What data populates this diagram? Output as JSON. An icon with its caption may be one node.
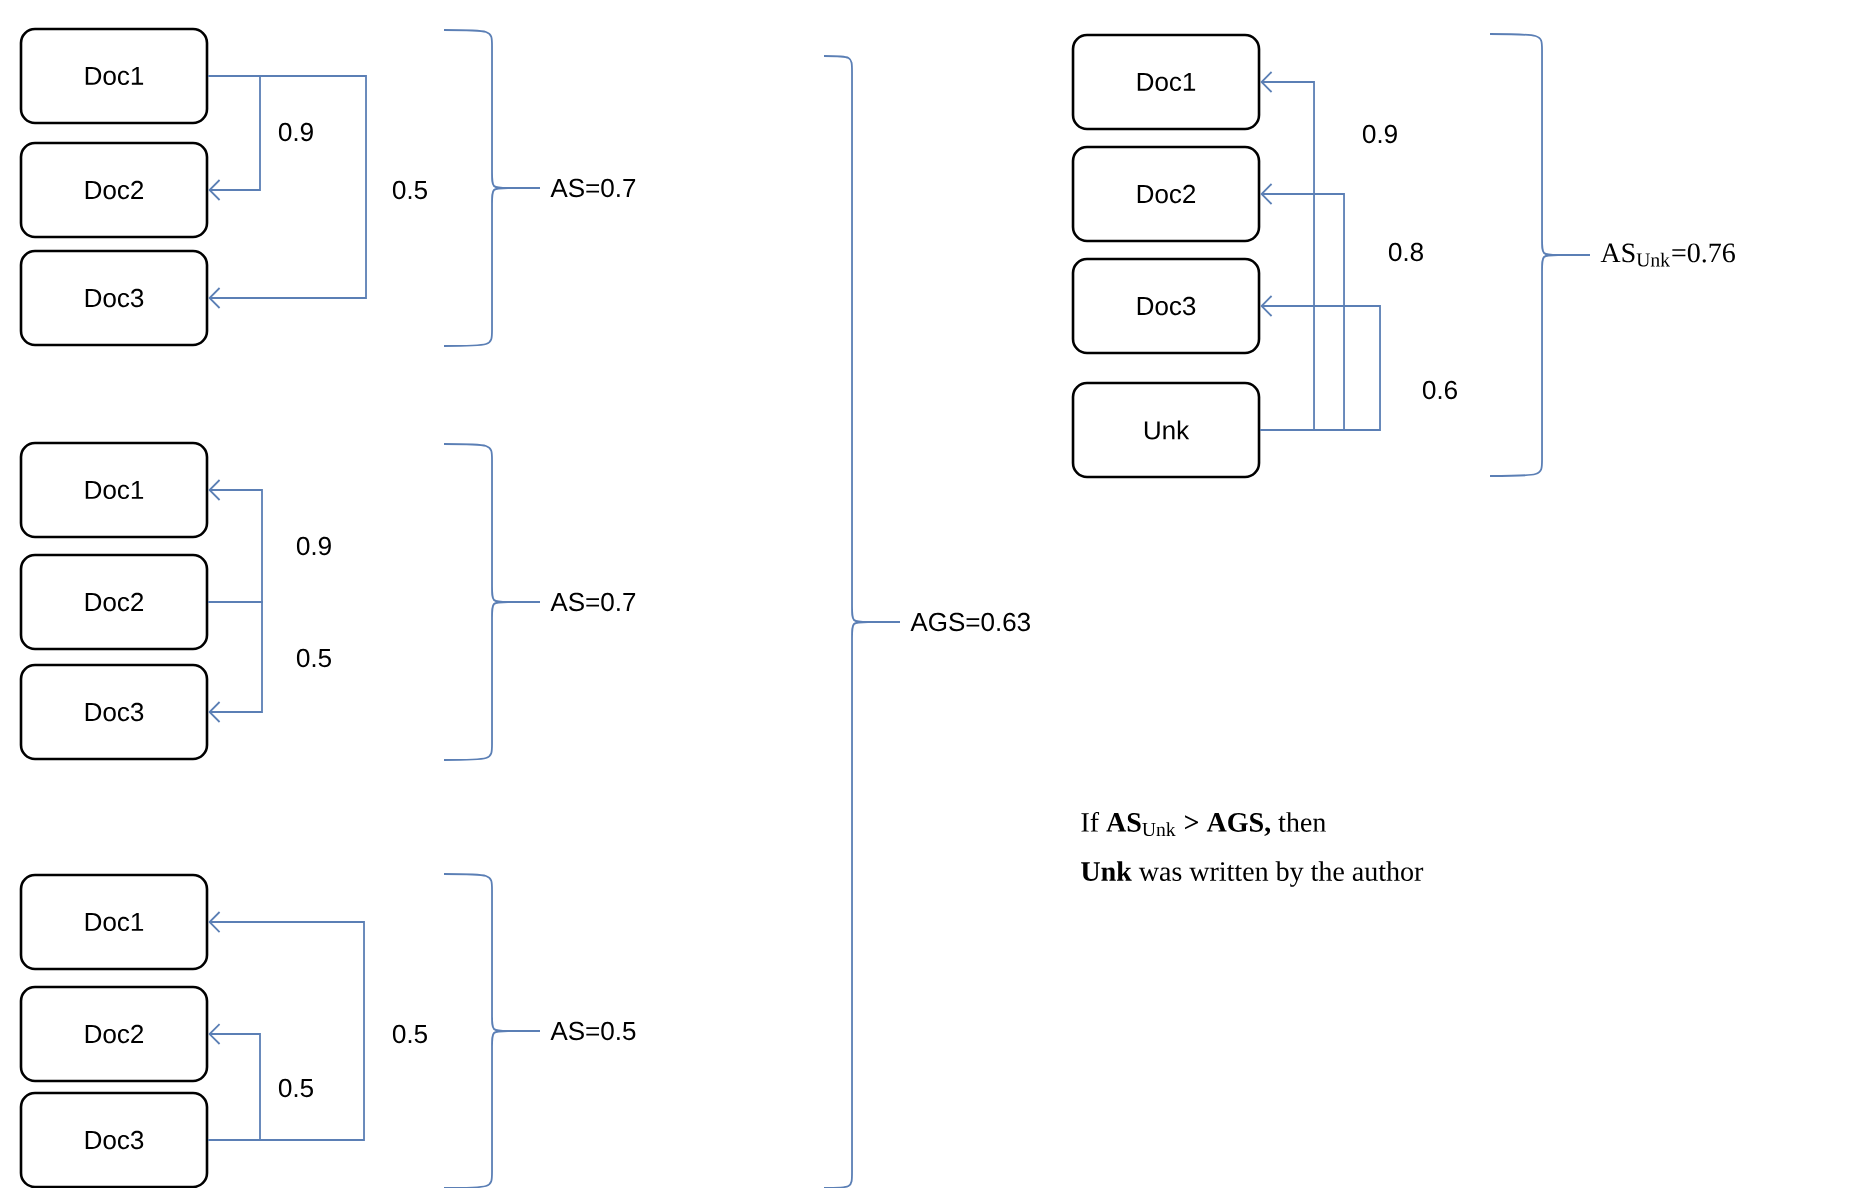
{
  "diagram": {
    "nodes": [
      {
        "text": [
          "Doc1"
        ]
      },
      {
        "text": [
          "Doc2"
        ]
      },
      {
        "text": [
          "Doc3"
        ]
      },
      {
        "text": [
          "Doc1"
        ]
      },
      {
        "text": [
          "Doc2"
        ]
      },
      {
        "text": [
          "Doc3"
        ]
      },
      {
        "text": [
          "Doc1"
        ]
      },
      {
        "text": [
          "Doc2"
        ]
      },
      {
        "text": [
          "Doc3"
        ]
      },
      {
        "text": [
          "Doc1"
        ]
      },
      {
        "text": [
          "Doc2"
        ]
      },
      {
        "text": [
          "Doc3"
        ]
      },
      {
        "text": [
          "Unk"
        ]
      }
    ],
    "edges": [
      {
        "from": 0,
        "to": 1,
        "arrow": "to",
        "label": "0.9"
      },
      {
        "from": 0,
        "to": 2,
        "arrow": "to",
        "label": "0.5"
      },
      {
        "from": 4,
        "to": 3,
        "arrow": "to",
        "label": "0.9"
      },
      {
        "from": 4,
        "to": 5,
        "arrow": "to",
        "label": "0.5"
      },
      {
        "from": 8,
        "to": 7,
        "arrow": "to",
        "label": "0.5"
      },
      {
        "from": 8,
        "to": 6,
        "arrow": "to",
        "label": "0.5"
      },
      {
        "from": 12,
        "to": 9,
        "arrow": "to",
        "label": "0.9"
      },
      {
        "from": 12,
        "to": 10,
        "arrow": "to",
        "label": "0.8"
      },
      {
        "from": 12,
        "to": 11,
        "arrow": "to",
        "label": "0.6"
      }
    ],
    "labels": [
      "AS=0.7",
      "AS=0.7",
      "AS=0.5",
      "AGS=0.63",
      "AS$_{Unk}$=0.76",
      "If **AS**$_{Unk}$ **> AGS,** then",
      "**Unk** was written by the author"
    ]
  }
}
